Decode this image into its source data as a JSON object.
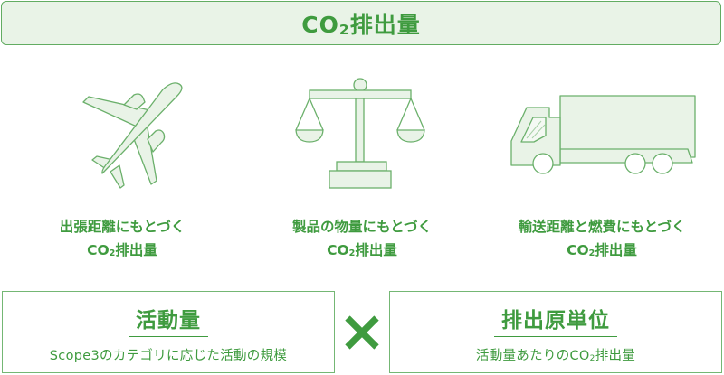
{
  "header": {
    "title_prefix": "CO",
    "title_subscript": "2",
    "title_suffix": "排出量"
  },
  "methods": [
    {
      "icon": "airplane-icon",
      "line1": "出張距離にもとづく",
      "line2_prefix": "CO",
      "line2_subscript": "2",
      "line2_suffix": "排出量"
    },
    {
      "icon": "balance-scale-icon",
      "line1": "製品の物量にもとづく",
      "line2_prefix": "CO",
      "line2_subscript": "2",
      "line2_suffix": "排出量"
    },
    {
      "icon": "truck-icon",
      "line1": "輸送距離と燃費にもとづく",
      "line2_prefix": "CO",
      "line2_subscript": "2",
      "line2_suffix": "排出量"
    }
  ],
  "formula": {
    "left": {
      "title": "活動量",
      "description": "Scope3のカテゴリに応じた活動の規模"
    },
    "operator": "multiply-icon",
    "right": {
      "title": "排出原単位",
      "description_prefix": "活動量あたりのCO",
      "description_subscript": "2",
      "description_suffix": "排出量"
    }
  },
  "colors": {
    "accent": "#3f9b3f",
    "border": "#62ac62",
    "fill_light": "#e9f3e7",
    "icon_stroke": "#6bb06b"
  }
}
